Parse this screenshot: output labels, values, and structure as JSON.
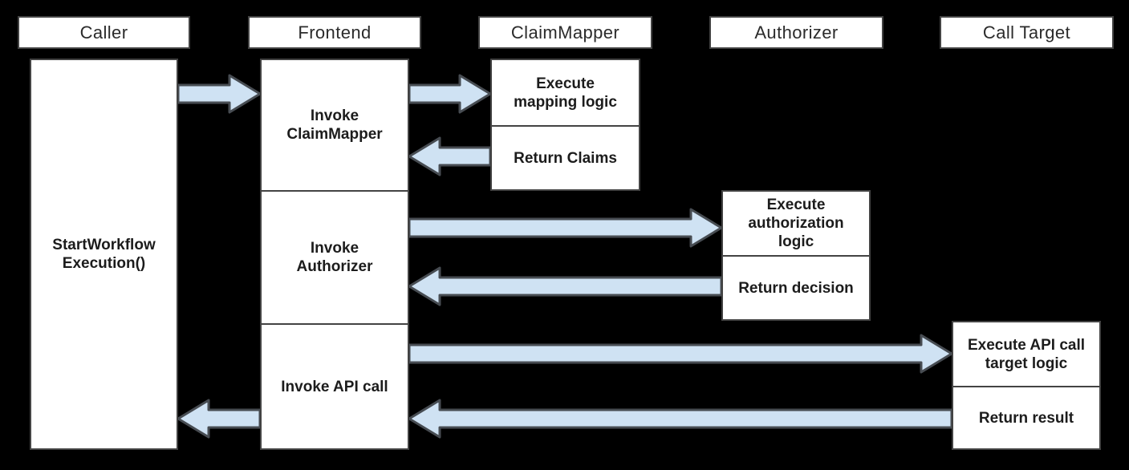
{
  "lanes": {
    "caller": {
      "title": "Caller",
      "action": "StartWorkflow\nExecution()"
    },
    "frontend": {
      "title": "Frontend",
      "step_claimmapper": "Invoke\nClaimMapper",
      "step_authorizer": "Invoke\nAuthorizer",
      "step_api_call": "Invoke API call"
    },
    "claimmapper": {
      "title": "ClaimMapper",
      "execute": "Execute\nmapping logic",
      "return": "Return Claims"
    },
    "authorizer": {
      "title": "Authorizer",
      "execute": "Execute\nauthorization\nlogic",
      "return": "Return decision"
    },
    "call_target": {
      "title": "Call Target",
      "execute": "Execute API call\ntarget logic",
      "return": "Return result"
    }
  },
  "arrows": [
    {
      "name": "caller-to-frontend",
      "from": "Caller",
      "to": "Frontend",
      "direction": "right"
    },
    {
      "name": "frontend-to-claimmapper",
      "from": "Frontend",
      "to": "ClaimMapper",
      "direction": "right"
    },
    {
      "name": "claimmapper-to-frontend",
      "from": "ClaimMapper",
      "to": "Frontend",
      "direction": "left"
    },
    {
      "name": "frontend-to-authorizer",
      "from": "Frontend",
      "to": "Authorizer",
      "direction": "right"
    },
    {
      "name": "authorizer-to-frontend",
      "from": "Authorizer",
      "to": "Frontend",
      "direction": "left"
    },
    {
      "name": "frontend-to-call-target",
      "from": "Frontend",
      "to": "Call Target",
      "direction": "right"
    },
    {
      "name": "call-target-to-frontend",
      "from": "Call Target",
      "to": "Frontend",
      "direction": "left"
    },
    {
      "name": "frontend-to-caller",
      "from": "Frontend",
      "to": "Caller",
      "direction": "left"
    }
  ],
  "colors": {
    "background": "#000000",
    "box_fill": "#ffffff",
    "box_border": "#434343",
    "arrow_fill": "#cfe2f3",
    "arrow_outline": "#474c52",
    "text": "#1c1c1c"
  }
}
